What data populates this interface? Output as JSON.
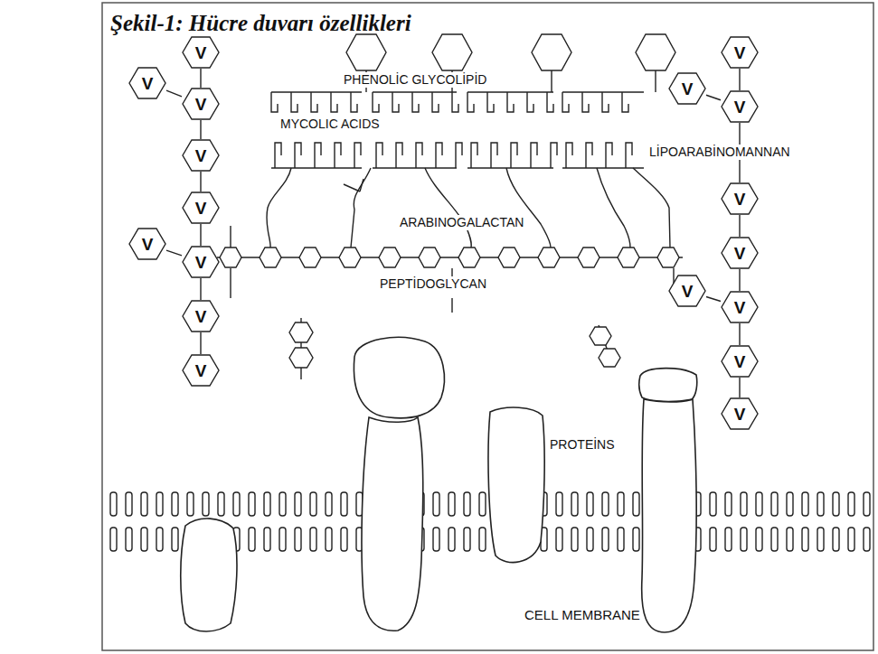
{
  "diagram": {
    "title": "Şekil-1: Hücre duvarı özellikleri",
    "nodes": [
      {
        "text": [
          "V"
        ]
      },
      {
        "text": [
          "V"
        ]
      },
      {
        "text": [
          "V"
        ]
      },
      {
        "text": [
          "V"
        ]
      },
      {
        "text": [
          "V"
        ]
      },
      {
        "text": [
          "V"
        ]
      },
      {
        "text": [
          "V"
        ]
      },
      {
        "text": [
          "V"
        ]
      },
      {
        "text": [
          "V"
        ]
      },
      {
        "text": [
          "V"
        ]
      },
      {
        "text": [
          "V"
        ]
      },
      {
        "text": [
          "V"
        ]
      },
      {
        "text": [
          "V"
        ]
      },
      {
        "text": [
          "V"
        ]
      },
      {
        "text": [
          "V"
        ]
      },
      {
        "text": [
          "V"
        ]
      },
      {
        "text": [
          "V"
        ]
      },
      {
        "text": [
          "V"
        ]
      }
    ],
    "edges": [
      {
        "from": 0,
        "to": 1,
        "arrow": "none"
      },
      {
        "from": 1,
        "to": 2,
        "arrow": "none"
      },
      {
        "from": 2,
        "to": 3,
        "arrow": "none"
      },
      {
        "from": 3,
        "to": 4,
        "arrow": "none"
      },
      {
        "from": 4,
        "to": 5,
        "arrow": "none"
      },
      {
        "from": 5,
        "to": 6,
        "arrow": "none"
      },
      {
        "from": 7,
        "to": 1,
        "arrow": "none"
      },
      {
        "from": 8,
        "to": 4,
        "arrow": "none"
      },
      {
        "from": 9,
        "to": 10,
        "arrow": "none"
      },
      {
        "from": 10,
        "to": 11,
        "arrow": "none"
      },
      {
        "from": 11,
        "to": 12,
        "arrow": "none"
      },
      {
        "from": 12,
        "to": 13,
        "arrow": "none"
      },
      {
        "from": 13,
        "to": 14,
        "arrow": "none"
      },
      {
        "from": 14,
        "to": 15,
        "arrow": "none"
      },
      {
        "from": 16,
        "to": 10,
        "arrow": "none"
      },
      {
        "from": 17,
        "to": 13,
        "arrow": "none"
      }
    ],
    "labels": [
      "PHENOLİC GLYCOLİPİD",
      "MYCOLIC ACIDS",
      "LİPOARABİNOMANNAN",
      "ARABINOGALACTAN",
      "PEPTİDOGLYCAN",
      "PROTEİNS",
      "CELL MEMBRANE"
    ]
  }
}
